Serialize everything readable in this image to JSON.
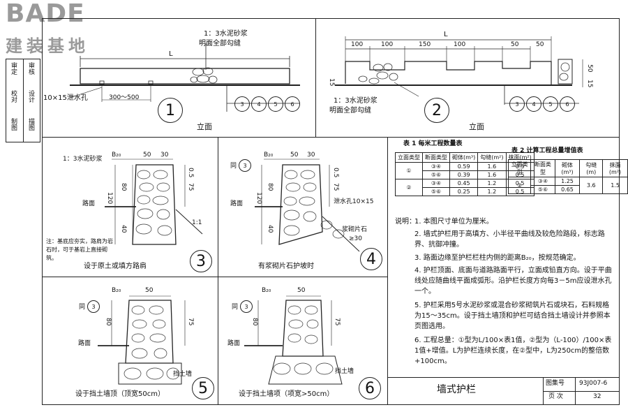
{
  "logo": {
    "brand": "BADE",
    "name": "建装基地"
  },
  "side_stamp": {
    "cells": [
      "审定",
      "审核",
      "校对",
      "设计",
      "制图",
      "描图"
    ]
  },
  "panel1": {
    "number": "1",
    "caption": "立面",
    "label_mortar": "1：3水泥砂浆",
    "label_joint": "明面全部勾缝",
    "dim_L": "L",
    "drain_label": "10×15泄水孔",
    "drain_spacing": "300～500",
    "refs": [
      "3",
      "4",
      "5",
      "6"
    ]
  },
  "panel2": {
    "number": "2",
    "caption": "立面",
    "dim_L": "L",
    "dims_top": [
      "100",
      "100",
      "150",
      "100",
      "50",
      "50"
    ],
    "label_mortar": "1：3水泥砂浆",
    "label_joint": "明面全部勾缝",
    "dim_side_a": "50",
    "dim_side_b": "15",
    "dim_left": "15",
    "refs": [
      "3",
      "4",
      "5",
      "6"
    ]
  },
  "panel3": {
    "number": "3",
    "label_mortar": "1：3水泥砂浆",
    "b20": "B₂₀",
    "dim_w1": "50",
    "dim_w2": "30",
    "dim_h1": "75",
    "dim_h2": "0.5",
    "dim_120": "120",
    "dim_80": "80",
    "dim_40": "40",
    "label_road": "路面",
    "slope": "1:1",
    "note": "注：基底应夯实，路肩为岩石时，可于基岩上直接砌筑。",
    "caption": "设于原土或填方路肩"
  },
  "panel4": {
    "number": "4",
    "ref": "3",
    "prefix": "同",
    "b20": "B₂₀",
    "dim_w1": "50",
    "dim_w2": "30",
    "dim_h1": "75",
    "dim_h2": "0.5",
    "dim_120": "120",
    "dim_80": "80",
    "dim_40": "40",
    "label_road": "路面",
    "drain": "泄水孔10×15",
    "stone": "浆砌片石",
    "thick": "≥30",
    "caption": "有浆砌片石护坡时"
  },
  "panel5": {
    "number": "5",
    "ref": "3",
    "prefix": "同",
    "b20": "B₂₀",
    "dim_w1": "50",
    "dim_h1": "75",
    "dim_80": "80",
    "label_road": "路面",
    "label_wall": "挡土墙",
    "caption": "设于挡土墙顶（顶宽50cm）"
  },
  "panel6": {
    "number": "6",
    "ref": "3",
    "prefix": "同",
    "b20": "B₂₀",
    "dim_w1": "50",
    "dim_h1": "75",
    "dim_80": "80",
    "label_road": "路面",
    "label_wall": "挡土墙",
    "caption": "设于挡土墙项（项宽>50cm）"
  },
  "table1": {
    "title": "表 1  每米工程数量表",
    "headers": [
      "立面类型",
      "断面类型",
      "砌体(m³)",
      "勾缝(m²)",
      "抹面(m²)"
    ],
    "rows": [
      [
        "①",
        "③④",
        "0.59",
        "1.6",
        "0.5"
      ],
      [
        "",
        "⑤⑥",
        "0.39",
        "1.6",
        "0.5"
      ],
      [
        "②",
        "③④",
        "0.45",
        "1.2",
        "0.5"
      ],
      [
        "",
        "⑤⑥",
        "0.25",
        "1.2",
        "0.5"
      ]
    ]
  },
  "table2": {
    "title": "表 2 计算工程总量增值表",
    "headers": [
      "立面类型",
      "断面类型",
      "砌体(m³)",
      "勾缝(m)",
      "抹面(m²)"
    ],
    "rows": [
      [
        "②",
        "③④",
        "1.25",
        "3.6",
        "1.5"
      ],
      [
        "",
        "⑤⑥",
        "0.65",
        "",
        ""
      ]
    ]
  },
  "notes": {
    "lead": "说明：",
    "items": [
      "1. 本图尺寸单位为厘米。",
      "2. 墙式护栏用于高填方、小半径平曲线及较危险路段，标志路界、抗御冲撞。",
      "3. 路面边缘至护栏栏柱内侧的距离B₂₀，按规范确定。",
      "4. 护栏顶面、底面与道路路面平行，立面成铅直方向。设于平曲线处应随曲线平面成弧形。沿护栏长度方向每3－5m应设泄水孔一个。",
      "5. 护栏采用5号水泥砂浆或混合砂浆砌筑片石或块石，石料规格为15～35cm。设于挡土墙顶和护栏可结合挡土墙设计并参照本页图选用。",
      "6. 工程总量：①型为L/100×表1值，②型为（L-100）/100×表1值+增值。L为护栏连续长度，在②型中，L为250cm的整倍数+100cm。"
    ]
  },
  "titleblock": {
    "title": "墙式护栏",
    "set_label": "图集号",
    "set_value": "93J007-6",
    "page_label": "页 次",
    "page_value": "32"
  }
}
